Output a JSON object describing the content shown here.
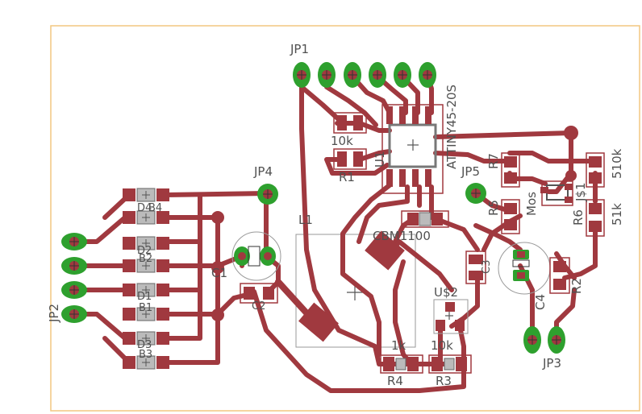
{
  "labels": {
    "jp1": "JP1",
    "attiny": "ATTINY45-20S",
    "u1": "U1",
    "r_10k": "10k",
    "r1": "R1",
    "jp4": "JP4",
    "jp5": "JP5",
    "l1": "L1",
    "cbm": "CBM1100",
    "c1": "C1",
    "c2": "C2",
    "c3": "C3",
    "c4": "C4",
    "r5": "R5",
    "r6": "R6",
    "r7": "R7",
    "v510k": "510k",
    "v51k": "51k",
    "j1": "J$1",
    "us2": "U$2",
    "r4": "R4",
    "r3": "R3",
    "v1k": "1k",
    "v10k_b": "10k",
    "jp2": "JP2",
    "jp3": "JP3",
    "r2": "R2",
    "d1": "D1",
    "d2": "D2",
    "d3": "D3",
    "d4": "D4",
    "b1": "B1",
    "b2": "B2",
    "b3": "B3",
    "b4": "B4",
    "mos": "Mos"
  },
  "colors": {
    "copper": "#a0393f",
    "through_hole": "#2ea02e",
    "board_outline": "#f2c780",
    "silkscreen": "#505050"
  }
}
